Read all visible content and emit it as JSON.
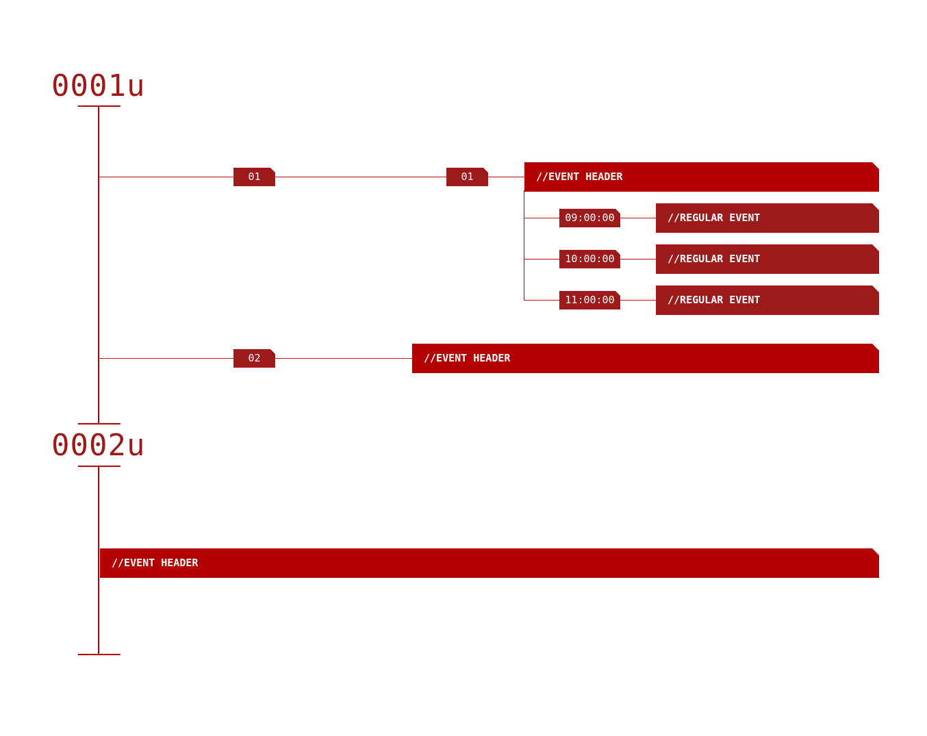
{
  "units": [
    {
      "label": "0001u"
    },
    {
      "label": "0002u"
    }
  ],
  "unit1": {
    "day1": {
      "tag": "01",
      "subtag": "01",
      "header": "//EVENT HEADER",
      "events": [
        {
          "time": "09:00:00",
          "label": "//REGULAR EVENT"
        },
        {
          "time": "10:00:00",
          "label": "//REGULAR EVENT"
        },
        {
          "time": "11:00:00",
          "label": "//REGULAR EVENT"
        }
      ]
    },
    "day2": {
      "tag": "02",
      "header": "//EVENT HEADER"
    }
  },
  "unit2": {
    "header": "//EVENT HEADER"
  },
  "colors": {
    "accent": "#b30000",
    "accent_dark": "#9e1a1a",
    "background": "#ffffff",
    "text_on_accent": "#ffffff"
  }
}
